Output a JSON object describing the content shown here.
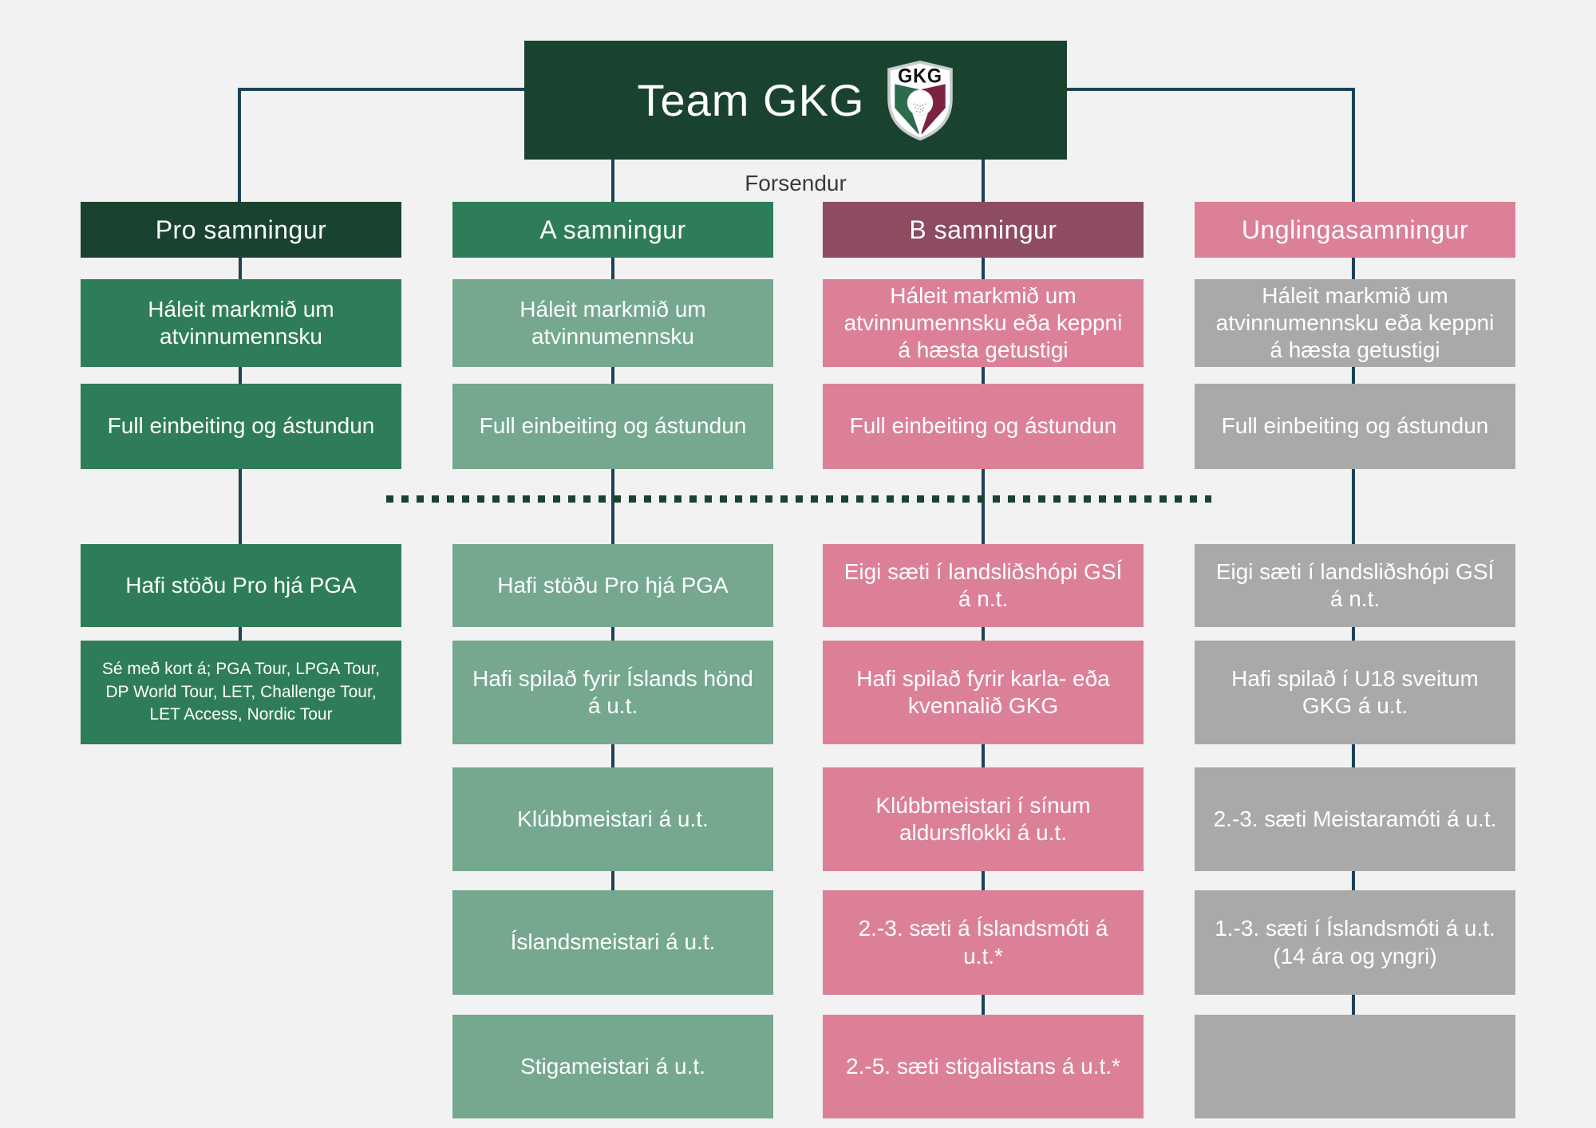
{
  "diagram": {
    "title": "Team GKG",
    "subtitle": "Forsendur",
    "logo": "gkg-shield-logo",
    "logo_text": "GKG"
  },
  "colors": {
    "background": "#f2f2f2",
    "dark_green": "#1a432f",
    "medium_green": "#2e7d58",
    "sage_green": "#75a88f",
    "maroon": "#8d4c5f",
    "pink": "#dc8098",
    "gray": "#a9a9aa",
    "connector": "#1d4258",
    "dashed": "#1a432f",
    "subtitle_text": "#3a3a3a",
    "logo_green": "#2d6b4d",
    "logo_maroon": "#7c2342"
  },
  "columns": [
    {
      "id": "pro",
      "header": "Pro samningur",
      "boxes": [
        {
          "text": "Háleit markmið um atvinnumennsku"
        },
        {
          "text": "Full einbeiting og ástundun"
        },
        {
          "text": "Hafi stöðu Pro hjá PGA"
        },
        {
          "text": "Sé með kort á; PGA Tour, LPGA Tour, DP World Tour, LET, Challenge Tour, LET Access, Nordic Tour"
        }
      ]
    },
    {
      "id": "a",
      "header": "A samningur",
      "boxes": [
        {
          "text": "Háleit markmið um atvinnumennsku"
        },
        {
          "text": "Full einbeiting og ástundun"
        },
        {
          "text": "Hafi stöðu Pro hjá PGA"
        },
        {
          "text": "Hafi spilað fyrir Íslands hönd á u.t."
        },
        {
          "text": "Klúbbmeistari á u.t."
        },
        {
          "text": "Íslandsmeistari á u.t."
        },
        {
          "text": "Stigameistari á u.t."
        }
      ]
    },
    {
      "id": "b",
      "header": "B samningur",
      "boxes": [
        {
          "text": "Háleit markmið um atvinnumennsku eða keppni á hæsta getustigi"
        },
        {
          "text": "Full einbeiting og ástundun"
        },
        {
          "text": "Eigi sæti í landsliðshópi GSÍ á n.t."
        },
        {
          "text": "Hafi spilað fyrir karla- eða kvennalið GKG"
        },
        {
          "text": "Klúbbmeistari í sínum aldursflokki á u.t."
        },
        {
          "text": "2.-3. sæti á Íslandsmóti á u.t.*"
        },
        {
          "text": "2.-5. sæti stigalistans á u.t.*"
        }
      ]
    },
    {
      "id": "unglinga",
      "header": "Unglingasamningur",
      "boxes": [
        {
          "text": "Háleit markmið um atvinnumennsku eða keppni á hæsta getustigi"
        },
        {
          "text": "Full einbeiting og ástundun"
        },
        {
          "text": "Eigi sæti í landsliðshópi GSÍ á n.t."
        },
        {
          "text": "Hafi spilað í U18 sveitum GKG á u.t."
        },
        {
          "text": "2.-3. sæti Meistaramóti á u.t."
        },
        {
          "text": "1.-3. sæti í Íslandsmóti á u.t. (14 ára og yngri)"
        },
        {
          "text": ""
        }
      ]
    }
  ]
}
